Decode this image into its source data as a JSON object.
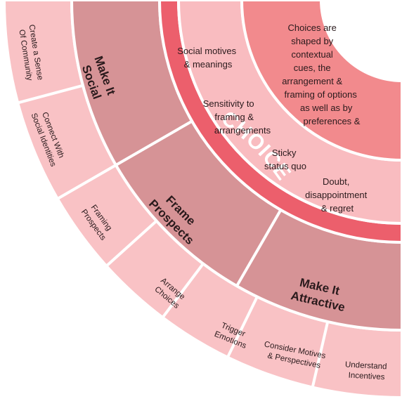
{
  "center_label": "CHOICE",
  "core_text": [
    "Choices are",
    "shaped by",
    "contextual",
    "cues, the",
    "arrangement &",
    "framing of options",
    "as well as by",
    "preferences &"
  ],
  "influences": [
    {
      "id": "social-motives",
      "lines": [
        "Social motives",
        "& meanings"
      ]
    },
    {
      "id": "sensitivity",
      "lines": [
        "Sensitivity to",
        "framing &",
        "arrangements"
      ]
    },
    {
      "id": "sticky",
      "lines": [
        "Sticky",
        "status quo"
      ]
    },
    {
      "id": "doubt",
      "lines": [
        "Doubt,",
        "disappointment",
        "& regret"
      ]
    }
  ],
  "strategies": [
    {
      "id": "make-it-social",
      "lines": [
        "Make It",
        "Social"
      ]
    },
    {
      "id": "frame-prospects",
      "lines": [
        "Frame",
        "Prospects"
      ]
    },
    {
      "id": "make-it-attractive",
      "lines": [
        "Make It",
        "Attractive"
      ]
    }
  ],
  "tactics": [
    {
      "id": "create-community",
      "lines": [
        "Create a Sense",
        "Of Community"
      ]
    },
    {
      "id": "connect-identities",
      "lines": [
        "Connect With",
        "Social Identities"
      ]
    },
    {
      "id": "framing-prospects",
      "lines": [
        "Framing",
        "Prospects"
      ]
    },
    {
      "id": "arrange-choices",
      "lines": [
        "Arrange",
        "Choices"
      ]
    },
    {
      "id": "trigger-emotions",
      "lines": [
        "Trigger",
        "Emotions"
      ]
    },
    {
      "id": "consider-motives",
      "lines": [
        "Consider Motives",
        "& Perspectives"
      ]
    },
    {
      "id": "understand-incentives",
      "lines": [
        "Understand",
        "Incentives"
      ]
    }
  ],
  "colors": {
    "core": "#f28a8d",
    "influence_ring": "#f9bcc0",
    "choice_band": "#ec5f6c",
    "strategy_ring": "#d69396",
    "tactic_ring": "#f9c2c5",
    "stroke": "#ffffff"
  }
}
